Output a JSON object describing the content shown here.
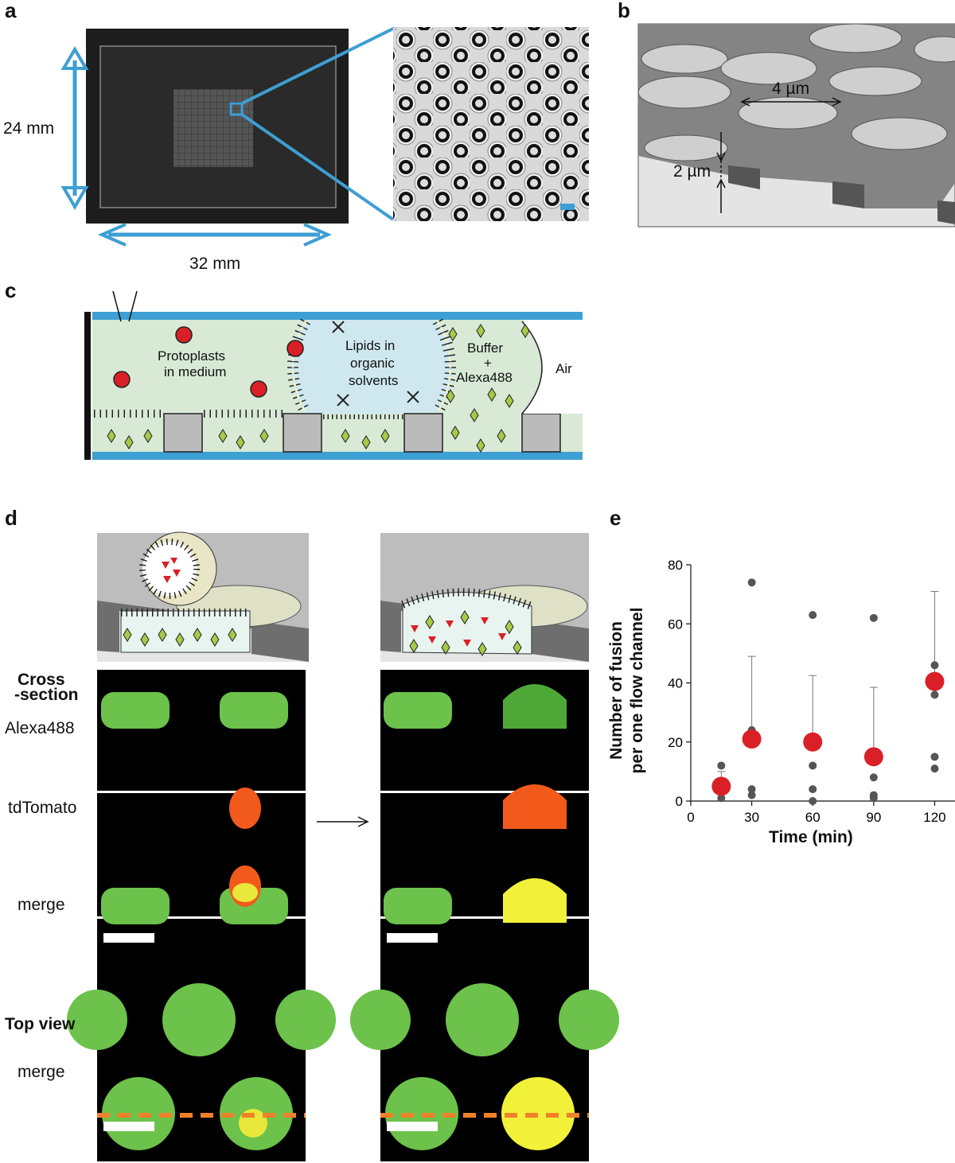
{
  "panels": {
    "a": {
      "label": "a",
      "height_label": "24 mm",
      "width_label": "32 mm"
    },
    "b": {
      "label": "b",
      "pitch_label": "4 µm",
      "depth_label": "2 µm"
    },
    "c": {
      "label": "c",
      "protoplasts": [
        "Protoplasts",
        "in medium"
      ],
      "lipids": [
        "Lipids in",
        "organic",
        "solvents"
      ],
      "buffer": [
        "Buffer",
        "+",
        "Alexa488"
      ],
      "air": "Air"
    },
    "d": {
      "label": "d",
      "cross_section": [
        "Cross",
        "-section"
      ],
      "alexa": "Alexa488",
      "tdtomato": "tdTomato",
      "merge": "merge",
      "top_view": "Top view",
      "merge2": "merge"
    },
    "e": {
      "label": "e"
    }
  },
  "colors": {
    "blue": "#3d9fd3",
    "green": "#6cc24a",
    "red": "#d92027",
    "orange": "#f0812a",
    "yellow": "#f1f13a"
  },
  "chart_data": {
    "type": "scatter",
    "xlabel": "Time (min)",
    "ylabel": [
      "Number of fusion",
      "per one flow channel"
    ],
    "xlim": [
      0,
      130
    ],
    "ylim": [
      0,
      80
    ],
    "xticks": [
      0,
      30,
      60,
      90,
      120
    ],
    "yticks": [
      0,
      20,
      40,
      60,
      80
    ],
    "x": [
      15,
      30,
      60,
      90,
      120
    ],
    "means": [
      5,
      21,
      20,
      15,
      40.5
    ],
    "errors": [
      5,
      28,
      22.5,
      23.5,
      30.5
    ],
    "points": [
      [
        12,
        4,
        1
      ],
      [
        74,
        24,
        4,
        2
      ],
      [
        63,
        20,
        12,
        4,
        0
      ],
      [
        62,
        8,
        2,
        1
      ],
      [
        46,
        36,
        15,
        11
      ]
    ]
  }
}
